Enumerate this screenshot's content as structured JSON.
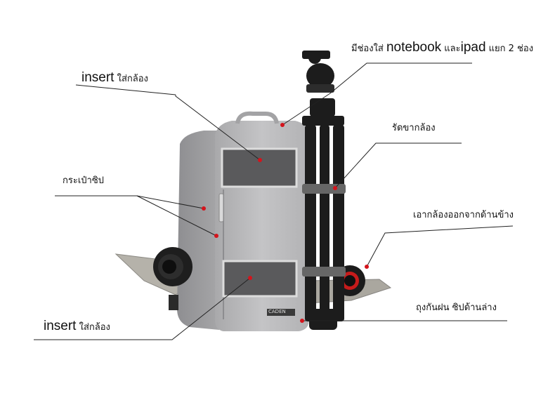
{
  "callouts": {
    "top_right": {
      "big": "notebook",
      "big2": "ipad",
      "pre": "มีช่องใส่ ",
      "mid": " และ",
      "post": " แยก 2 ช่อง"
    },
    "insert_top": {
      "big": "insert",
      "post": " ใส่กล้อง"
    },
    "strap": {
      "text": "รัดขากล้อง"
    },
    "zipper_bag": {
      "text": "กระเป๋าซิป"
    },
    "side_access": {
      "text": "เอากล้องออกจากด้านข้าง"
    },
    "rain_cover": {
      "text": "ถุงกันฝน ซิปด้านล่าง"
    },
    "insert_bottom": {
      "big": "insert",
      "post": " ใส่กล้อง"
    }
  },
  "product": {
    "brand_tag": "CADEN"
  },
  "colors": {
    "bag": "#b9b9bb",
    "bag_dark": "#8f8f92",
    "tripod": "#1c1c1c",
    "dot": "#d4141c",
    "line": "#222222"
  }
}
